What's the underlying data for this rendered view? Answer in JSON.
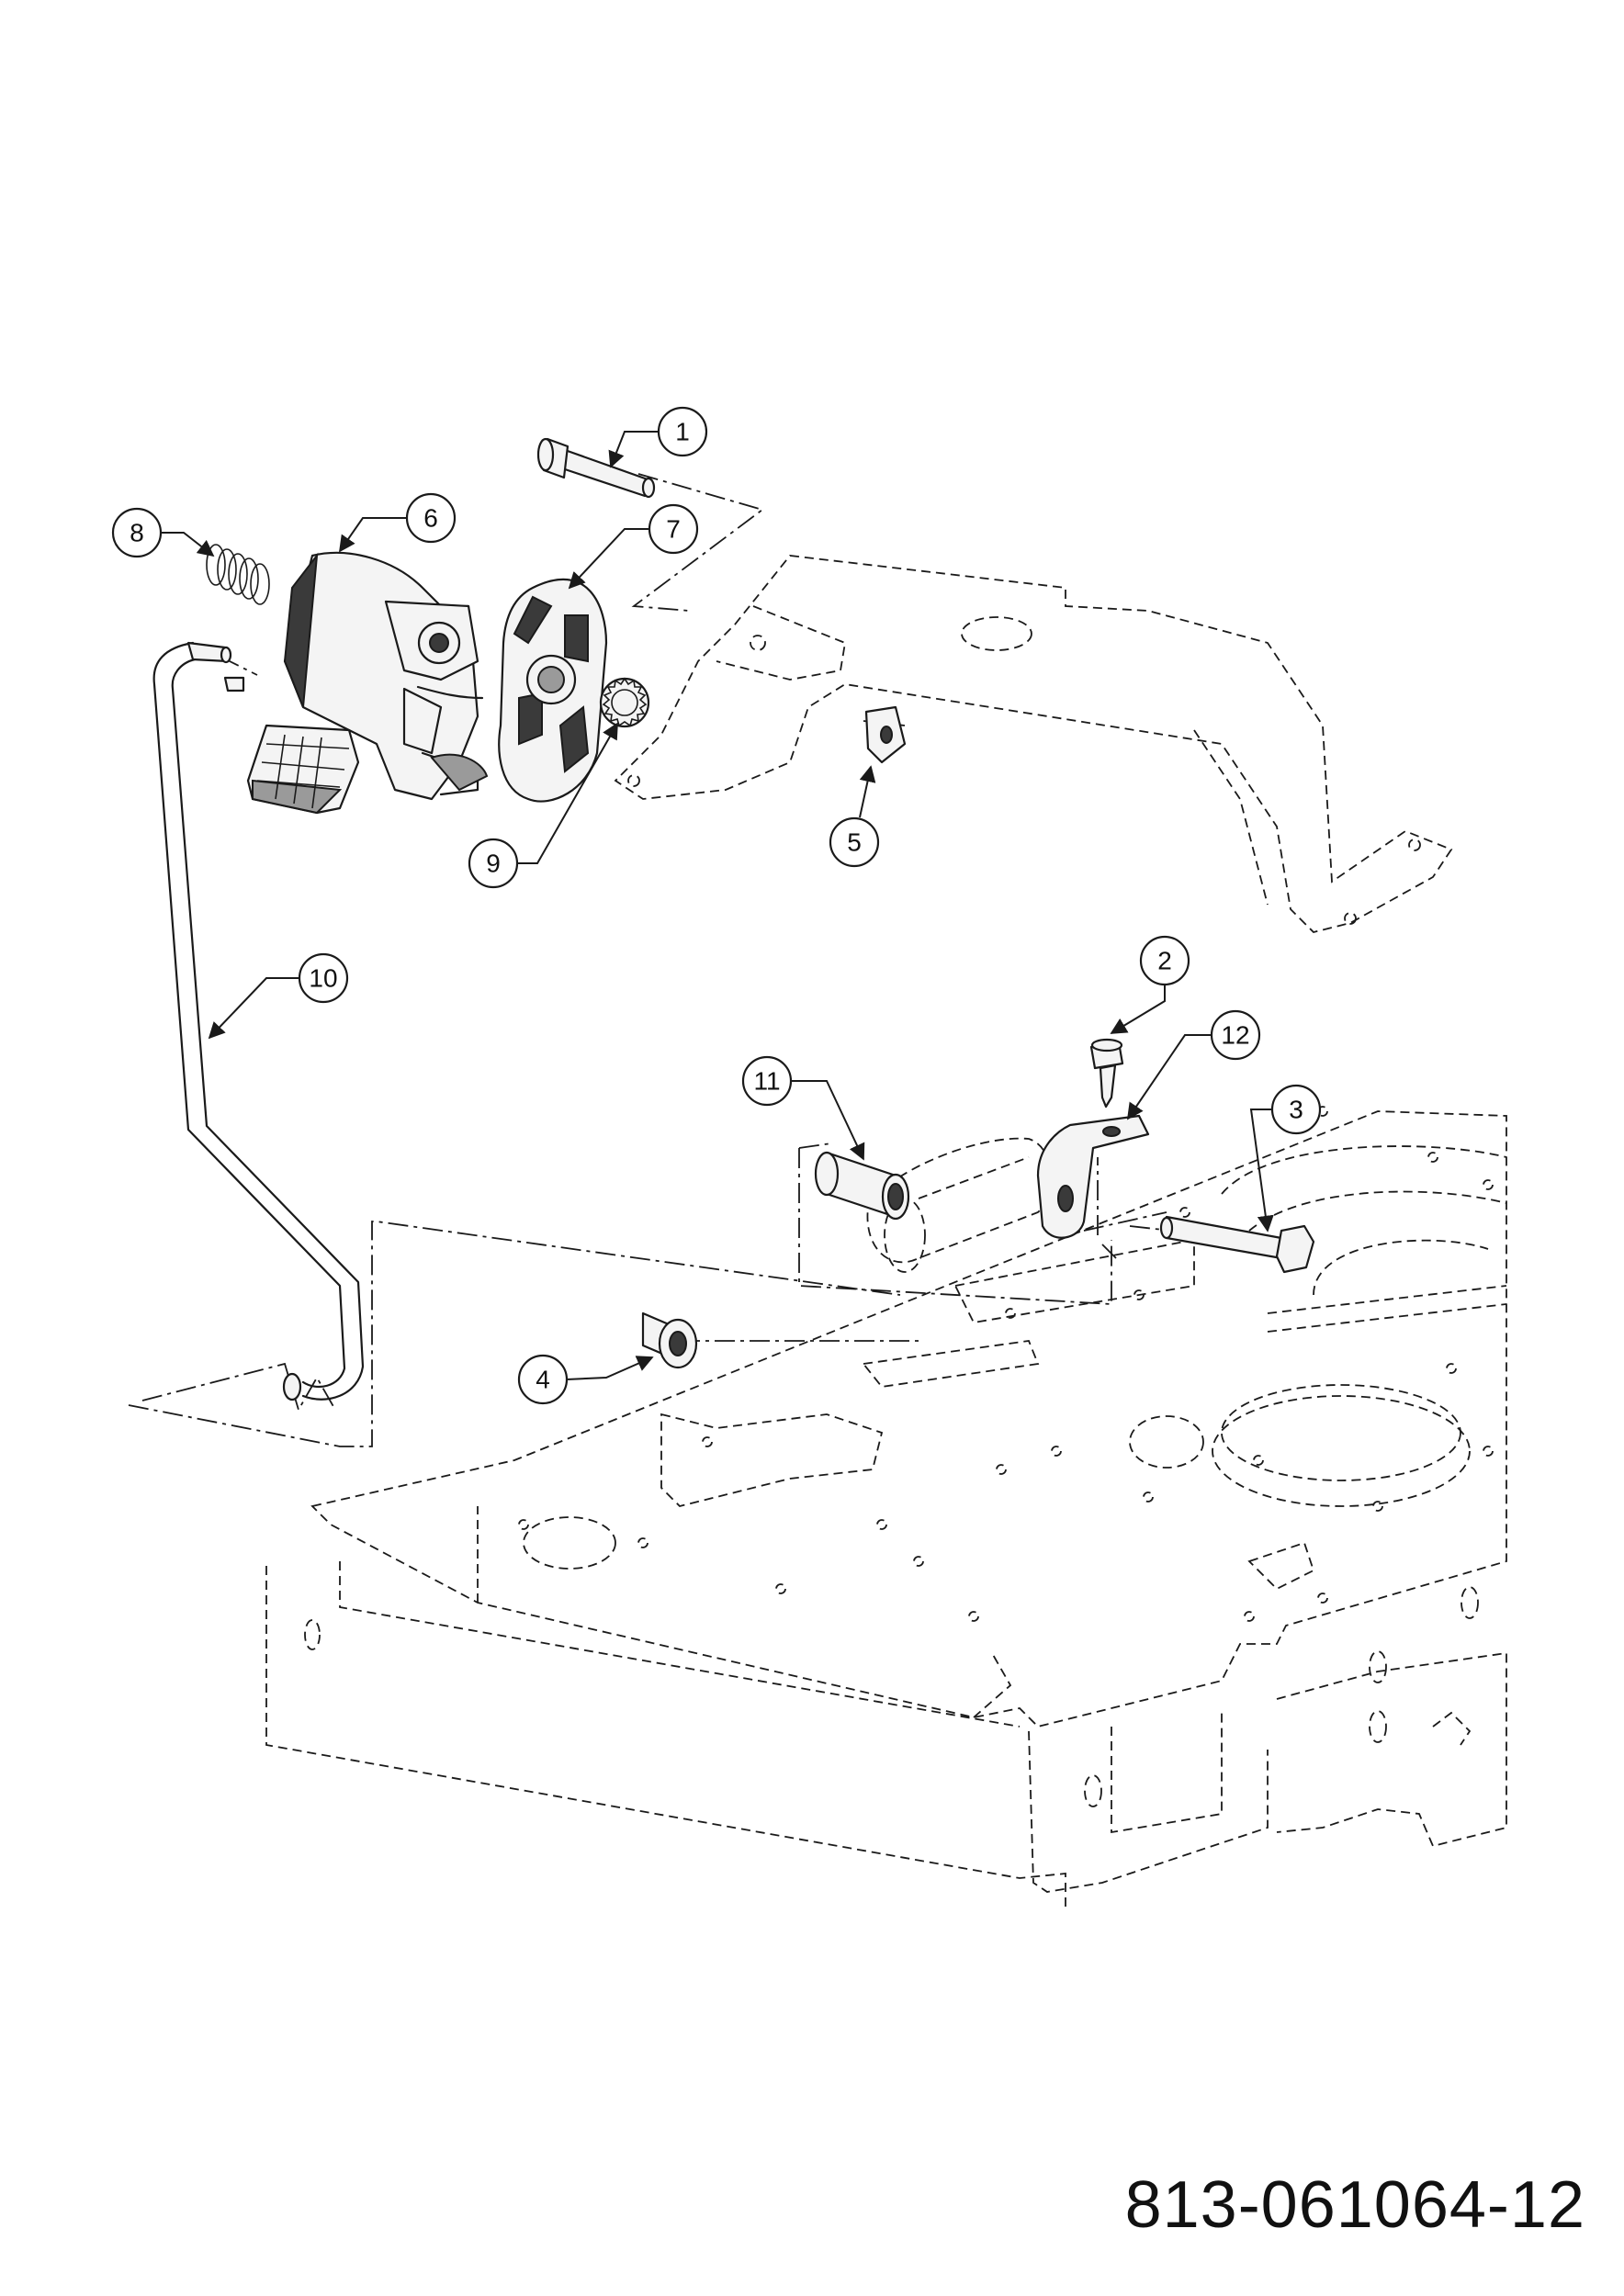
{
  "drawing_number": "813-061064-12",
  "callouts": {
    "c1": "1",
    "c2": "2",
    "c3": "3",
    "c4": "4",
    "c5": "5",
    "c6": "6",
    "c7": "7",
    "c8": "8",
    "c9": "9",
    "c10": "10",
    "c11": "11",
    "c12": "12"
  }
}
